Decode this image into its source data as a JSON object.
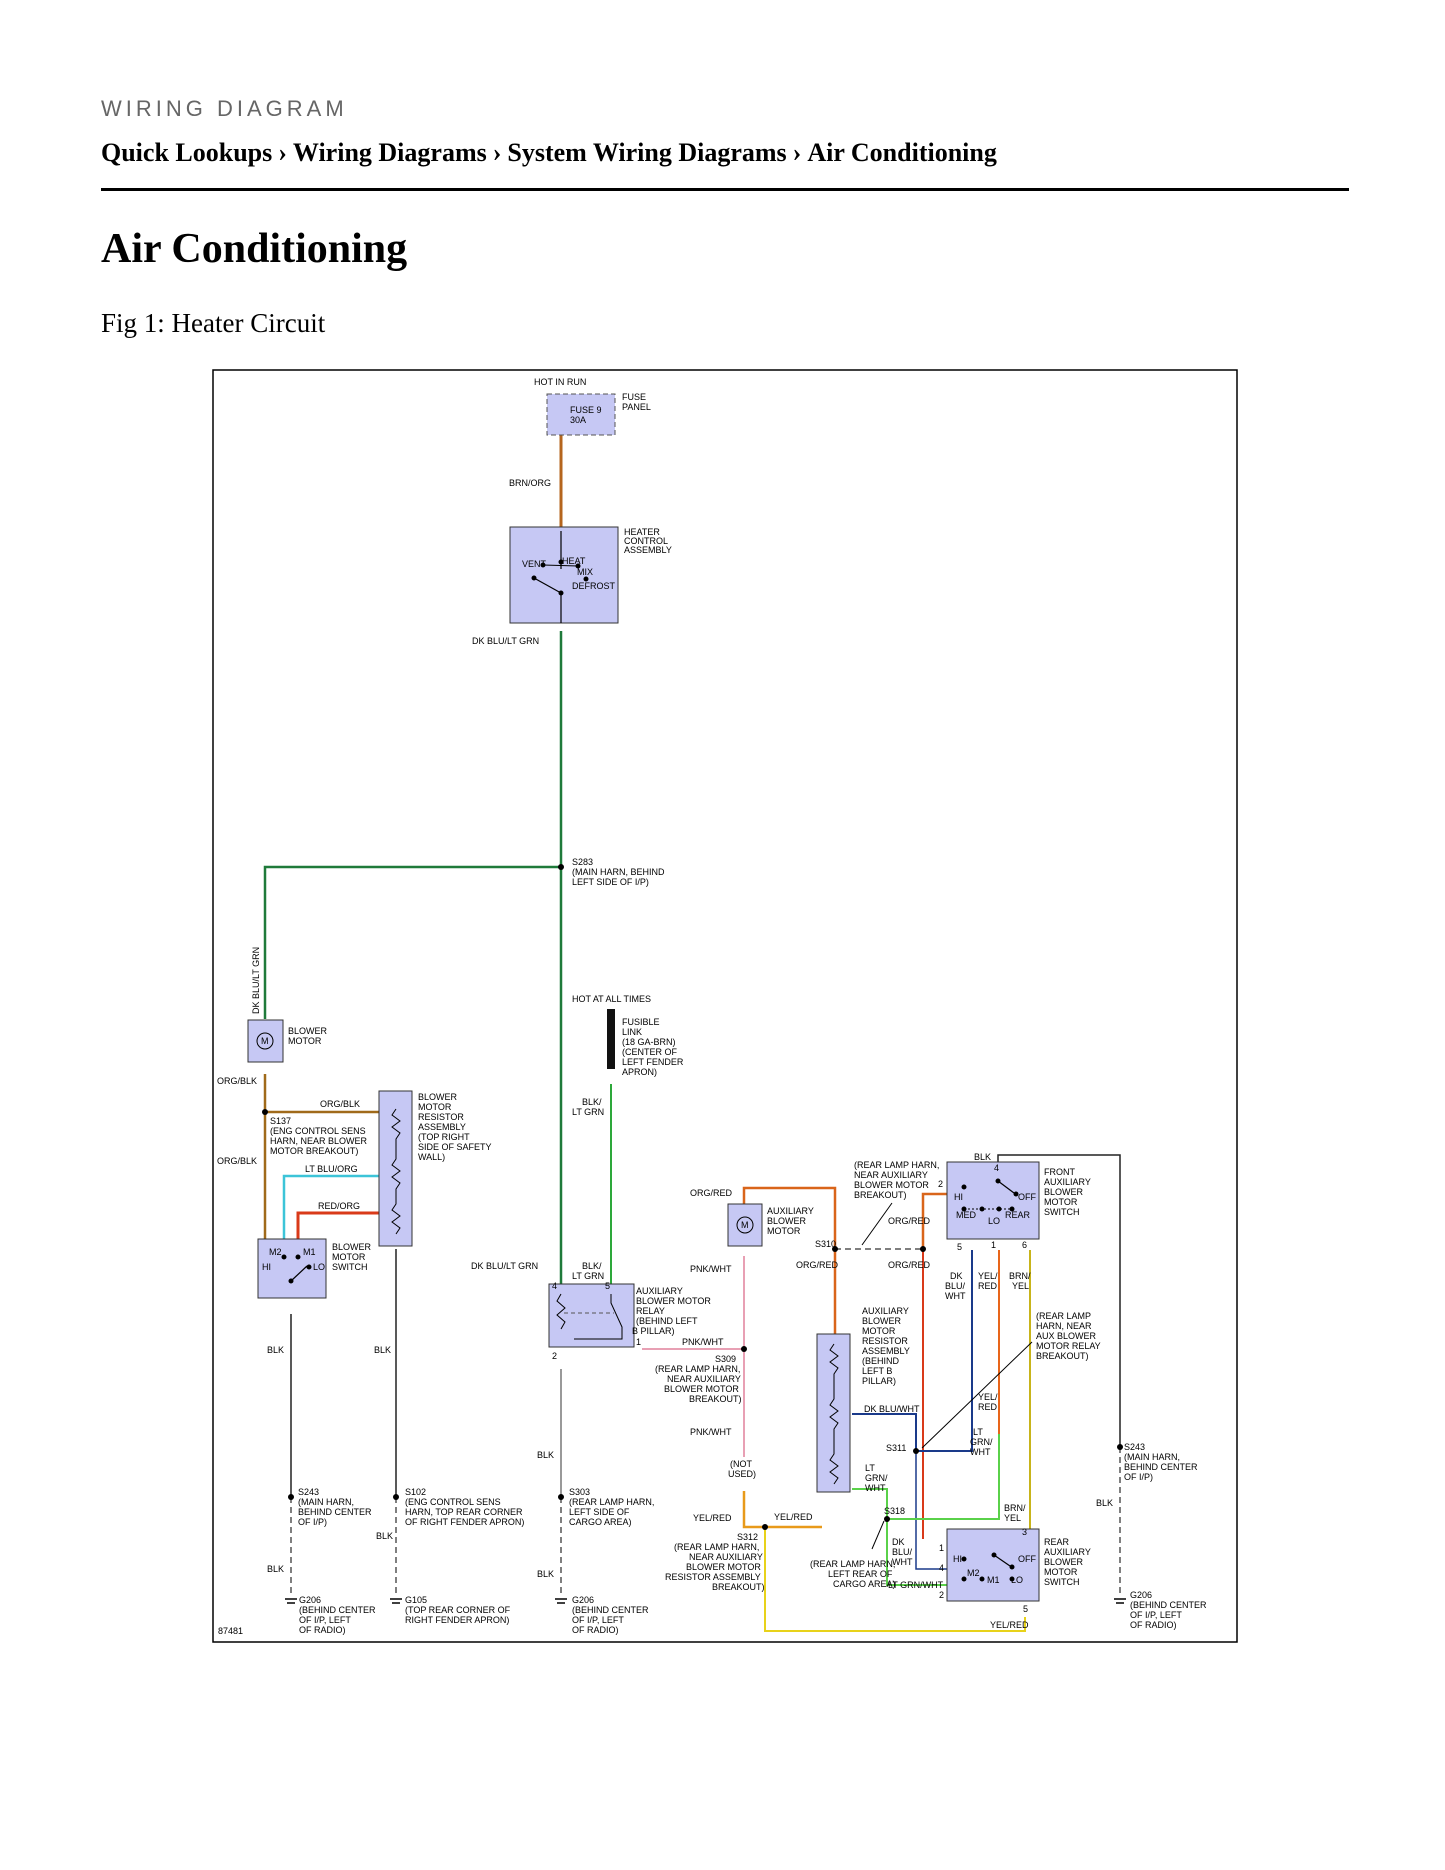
{
  "header": {
    "kicker": "WIRING DIAGRAM",
    "breadcrumb": [
      "Quick Lookups",
      "Wiring Diagrams",
      "System Wiring Diagrams",
      "Air Conditioning"
    ],
    "separator": "›"
  },
  "page": {
    "title": "Air Conditioning",
    "figure_caption": "Fig 1: Heater Circuit"
  },
  "diagram": {
    "figure_number": "87481",
    "labels": {
      "hot_in_run": "HOT IN RUN",
      "fuse": [
        "FUSE 9",
        "30A"
      ],
      "fuse_panel": [
        "FUSE",
        "PANEL"
      ],
      "brn_org": "BRN/ORG",
      "heater_control": [
        "HEATER",
        "CONTROL",
        "ASSEMBLY"
      ],
      "hc_vent": "VENT",
      "hc_heat": "HEAT",
      "hc_mix": "MIX",
      "hc_defrost": "DEFROST",
      "dk_blu_lt_grn": "DK BLU/LT GRN",
      "s283": [
        "S283",
        "(MAIN HARN, BEHIND",
        "LEFT SIDE OF I/P)"
      ],
      "vertical_dk_blu": "DK BLU/LT GRN",
      "hot_at_all_times": "HOT AT ALL TIMES",
      "fusible_link": [
        "FUSIBLE",
        "LINK",
        "(18 GA-BRN)",
        "(CENTER OF",
        "LEFT FENDER",
        "APRON)"
      ],
      "blower_motor": [
        "BLOWER",
        "MOTOR"
      ],
      "motor_m": "M",
      "org_blk": "ORG/BLK",
      "s137": [
        "S137",
        "(ENG CONTROL SENS",
        "HARN, NEAR BLOWER",
        "MOTOR BREAKOUT)"
      ],
      "resistor": [
        "BLOWER",
        "MOTOR",
        "RESISTOR",
        "ASSEMBLY",
        "(TOP RIGHT",
        "SIDE OF SAFETY",
        "WALL)"
      ],
      "lt_blu_org": "LT BLU/ORG",
      "red_org": "RED/ORG",
      "blower_switch": [
        "BLOWER",
        "MOTOR",
        "SWITCH"
      ],
      "m2": "M2",
      "m1": "M1",
      "hi": "HI",
      "lo": "LO",
      "blk": "BLK",
      "blk_lt_grn": [
        "BLK/",
        "LT GRN"
      ],
      "aux_relay": [
        "AUXILIARY",
        "BLOWER MOTOR",
        "RELAY",
        "(BEHIND LEFT",
        "B PILLAR)"
      ],
      "s243": [
        "S243",
        "(MAIN HARN,",
        "BEHIND CENTER",
        "OF I/P)"
      ],
      "s102": [
        "S102",
        "(ENG CONTROL SENS",
        "HARN, TOP REAR CORNER",
        "OF RIGHT FENDER APRON)"
      ],
      "s303": [
        "S303",
        "(REAR LAMP HARN,",
        "LEFT SIDE OF",
        "CARGO AREA)"
      ],
      "g206": [
        "G206",
        "(BEHIND CENTER",
        "OF I/P, LEFT",
        "OF RADIO)"
      ],
      "g105": [
        "G105",
        "(TOP REAR CORNER OF",
        "RIGHT FENDER APRON)"
      ],
      "org_red": "ORG/RED",
      "aux_blower_motor": [
        "AUXILIARY",
        "BLOWER",
        "MOTOR"
      ],
      "rear_lamp_s310": [
        "(REAR LAMP HARN,",
        "NEAR AUXILIARY",
        "BLOWER MOTOR",
        "BREAKOUT)"
      ],
      "s310": "S310",
      "pnk_wht": "PNK/WHT",
      "s309": [
        "S309",
        "(REAR LAMP HARN,",
        "NEAR AUXILIARY",
        "BLOWER MOTOR",
        "BREAKOUT)"
      ],
      "not_used": [
        "(NOT",
        "USED)"
      ],
      "yel_red": "YEL/RED",
      "s312": [
        "S312",
        "(REAR LAMP HARN,",
        "NEAR AUXILIARY",
        "BLOWER MOTOR",
        "RESISTOR ASSEMBLY",
        "BREAKOUT)"
      ],
      "aux_resistor": [
        "AUXILIARY",
        "BLOWER",
        "MOTOR",
        "RESISTOR",
        "ASSEMBLY",
        "(BEHIND",
        "LEFT B",
        "PILLAR)"
      ],
      "dk_blu_wht": "DK BLU/WHT",
      "s311": "S311",
      "lt_grn_wht": [
        "LT",
        "GRN/",
        "WHT"
      ],
      "s318": [
        "S318",
        "(REAR LAMP HARN,",
        "LEFT REAR OF",
        "CARGO AREA)"
      ],
      "dk_blu_wht_stack": [
        "DK",
        "BLU/",
        "WHT"
      ],
      "lt_grn_wht_flat": "LT GRN/WHT",
      "front_aux_switch": [
        "FRONT",
        "AUXILIARY",
        "BLOWER",
        "MOTOR",
        "SWITCH"
      ],
      "sw_off": "OFF",
      "sw_med": "MED",
      "sw_rear": "REAR",
      "yel_red_stack": [
        "YEL/",
        "RED"
      ],
      "brn_yel_stack": [
        "BRN/",
        "YEL"
      ],
      "rear_lamp_s311": [
        "(REAR LAMP",
        "HARN, NEAR",
        "AUX BLOWER",
        "MOTOR RELAY",
        "BREAKOUT)"
      ],
      "rear_aux_switch": [
        "REAR",
        "AUXILIARY",
        "BLOWER",
        "MOTOR",
        "SWITCH"
      ],
      "pins": [
        "1",
        "2",
        "3",
        "4",
        "5",
        "6"
      ]
    }
  }
}
